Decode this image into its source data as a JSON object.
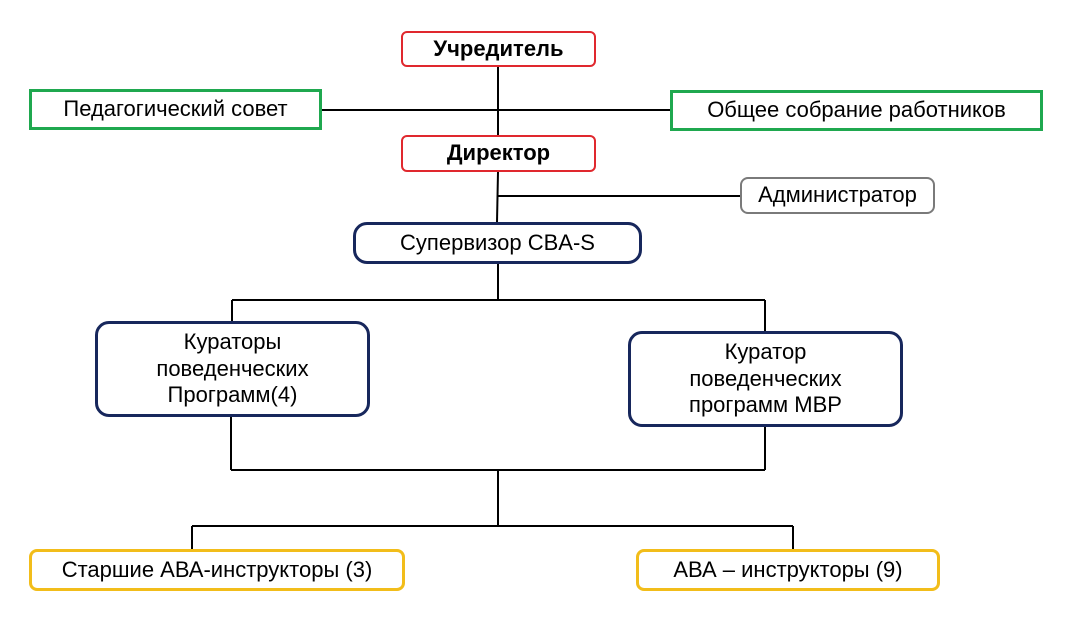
{
  "diagram": {
    "founder": "Учредитель",
    "pedagogical_council": "Педагогический совет",
    "general_meeting": "Общее собрание работников",
    "director": "Директор",
    "administrator": "Администратор",
    "supervisor": "Супервизор CBA-S",
    "curators_behavioral": "Кураторы\nповеденческих\nПрограмм(4)",
    "curator_mbp": "Куратор\nповеденческих\nпрограмм МВР",
    "senior_instructors": "Старшие АВА-инструкторы (3)",
    "instructors": "АВА – инструкторы (9)"
  },
  "colors": {
    "red": "#e0282e",
    "green": "#1fa84f",
    "gray": "#7a7a7a",
    "navy": "#17275c",
    "yellow": "#f2bd1a",
    "connector": "#000000"
  }
}
